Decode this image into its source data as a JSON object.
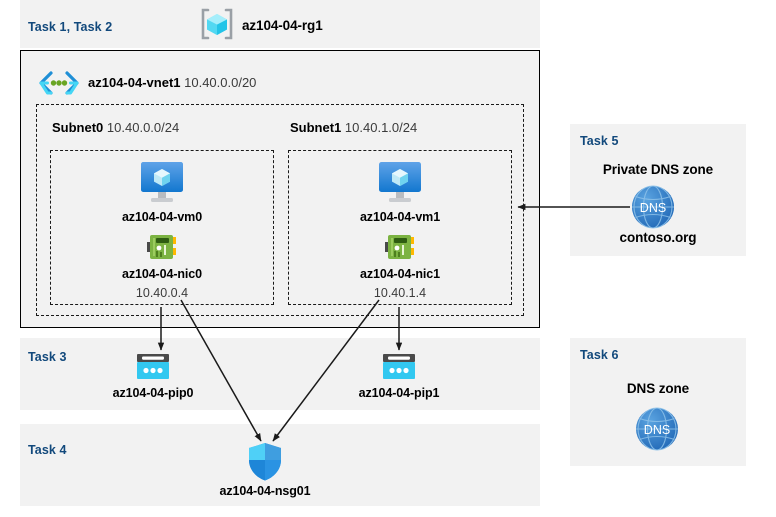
{
  "diagram": {
    "title_icons": {
      "resource_group": "resource-group-cube-icon",
      "vnet": "virtual-network-icon",
      "vm": "virtual-machine-icon",
      "nic": "network-interface-icon",
      "pip": "public-ip-address-icon",
      "nsg": "network-security-group-shield-icon",
      "dns": "dns-globe-icon"
    },
    "colors": {
      "task_label": "#12497c",
      "panel_bg": "#f2f2f2",
      "page_bg": "#ffffff",
      "border": "#000000",
      "dashed_border": "#1a1a1a",
      "arrow": "#1a1a1a",
      "vm_blue": "#3b8fe0",
      "nic_green": "#7cb342",
      "pip_cyan": "#32c8f0",
      "nsg_blue": "#2f9fe8",
      "dns_blue": "#2878c8",
      "cube_cyan": "#50d6f0"
    }
  },
  "resource_group": {
    "task_label": "Task 1, Task 2",
    "name": "az104-04-rg1"
  },
  "vnet": {
    "name": "az104-04-vnet1",
    "cidr": "10.40.0.0/20"
  },
  "subnets": [
    {
      "name": "Subnet0",
      "cidr": "10.40.0.0/24",
      "vm": {
        "name": "az104-04-vm0"
      },
      "nic": {
        "name": "az104-04-nic0",
        "ip": "10.40.0.4"
      }
    },
    {
      "name": "Subnet1",
      "cidr": "10.40.1.0/24",
      "vm": {
        "name": "az104-04-vm1"
      },
      "nic": {
        "name": "az104-04-nic1",
        "ip": "10.40.1.4"
      }
    }
  ],
  "task3": {
    "task_label": "Task 3",
    "pip0": "az104-04-pip0",
    "pip1": "az104-04-pip1"
  },
  "task4": {
    "task_label": "Task 4",
    "nsg": "az104-04-nsg01"
  },
  "task5": {
    "task_label": "Task 5",
    "heading": "Private DNS zone",
    "zone_name": "contoso.org",
    "icon_text": "DNS"
  },
  "task6": {
    "task_label": "Task 6",
    "heading": "DNS zone",
    "icon_text": "DNS"
  }
}
